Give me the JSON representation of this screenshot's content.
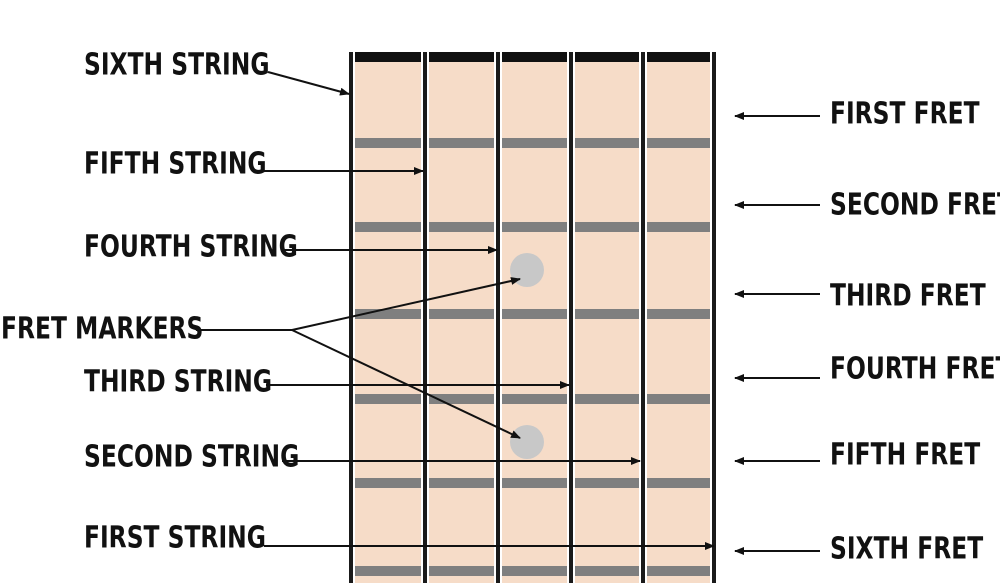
{
  "diagram": {
    "string_labels": [
      "SIXTH STRING",
      "FIFTH STRING",
      "FOURTH STRING",
      "THIRD STRING",
      "SECOND STRING",
      "FIRST STRING"
    ],
    "fret_labels": [
      "FIRST FRET",
      "SECOND FRET",
      "THIRD FRET",
      "FOURTH FRET",
      "FIFTH FRET",
      "SIXTH FRET"
    ],
    "markers_label": "FRET MARKERS",
    "fret_marker_positions": [
      3,
      5
    ],
    "colors": {
      "fretboard": "#f6dcc8",
      "fret_wire": "#7f7f7f",
      "nut": "#111111",
      "string": "#1a1a1a",
      "marker": "#c8c8c8",
      "text": "#111111"
    }
  }
}
